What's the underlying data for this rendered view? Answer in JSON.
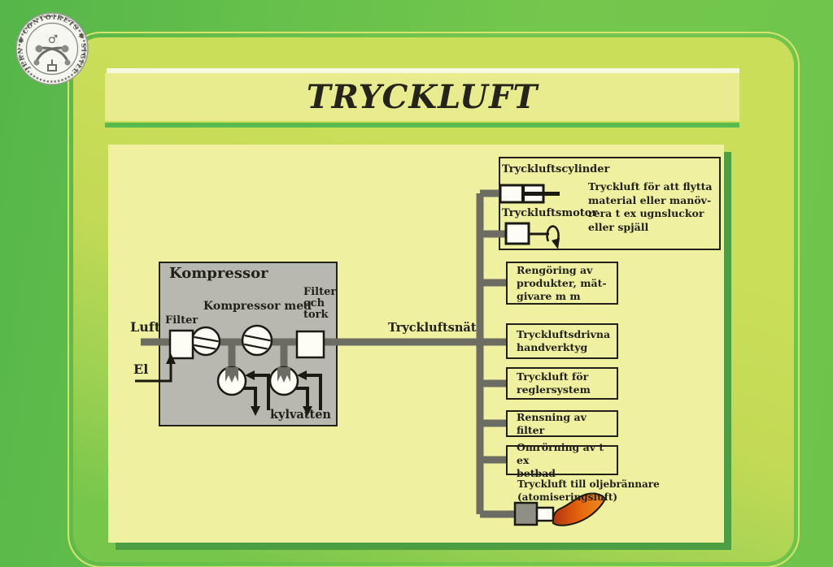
{
  "title": "TRYCKLUFT",
  "seal": {
    "ring_text": "JERN ✱ CONTOIRETS ✱ SIGILL",
    "mars_symbol": "♂"
  },
  "compressor": {
    "title": "Kompressor",
    "inlet_label": "Luft",
    "power_label": "El",
    "filter_label": "Filter",
    "stage_label": "Kompressor med",
    "dryer_label": "Filter\noch\ntork",
    "cooling_label": "kylvatten"
  },
  "network_label": "Tryckluftsnät",
  "applications_box": {
    "cylinder_label": "Tryckluftscylinder",
    "motor_label": "Tryckluftsmotor",
    "description": "Tryckluft för att flytta\nmaterial eller manöv-\nrera t ex ugnsluckor\neller spjäll"
  },
  "branches": [
    {
      "label": "Rengöring  av\nprodukter, mät-\ngivare m m"
    },
    {
      "label": "Tryckluftsdrivna\nhandverktyg"
    },
    {
      "label": "Tryckluft för\nreglersystem"
    },
    {
      "label": "Rensning av filter"
    },
    {
      "label": "Omrörning av t ex\nbetbad"
    }
  ],
  "burner": {
    "caption": "Tryckluft till oljebrännare\n(atomiseringsluft)"
  },
  "colors": {
    "pipe": "#6c6c63",
    "board": "#eff1a1",
    "band": "#e9ec8e",
    "outer_green": "#64bf4a",
    "rule_green": "#56bb4c",
    "compressor_fill": "#b9b8b0",
    "ink": "#21211a",
    "flame_dark": "#c13a0c",
    "flame_bright": "#ef8c1a"
  }
}
